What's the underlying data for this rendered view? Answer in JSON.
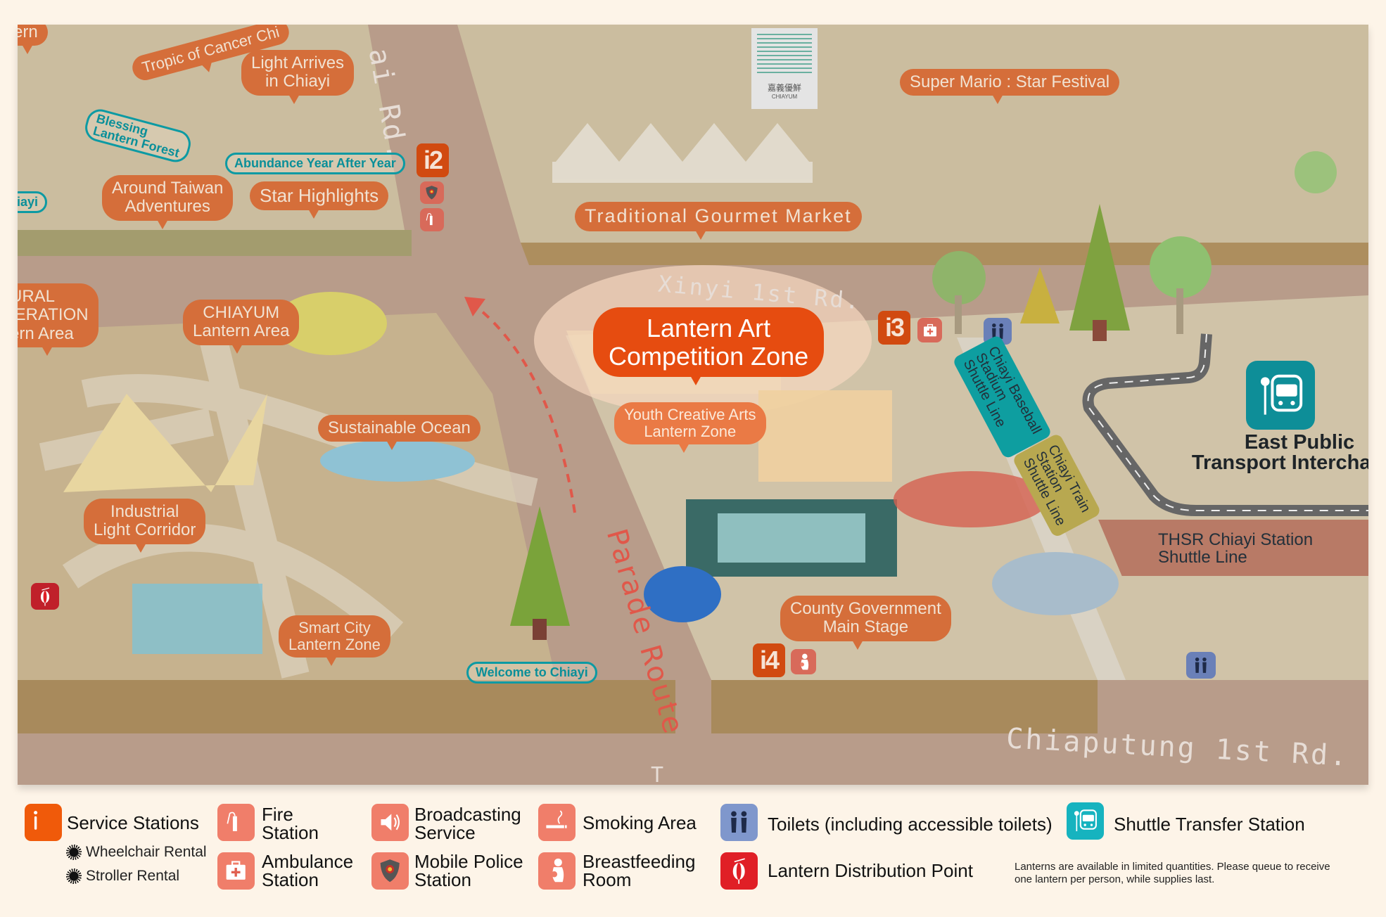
{
  "colors": {
    "background": "#fdf4e8",
    "road": "#b89c8a",
    "block": "#cbbd9f",
    "bubble": "#d56e3a",
    "highlight_bubble": "#e64c10",
    "teal": "#0c9aa3",
    "service": "#f05a0a",
    "facility": "#f07e6a",
    "toilet": "#7f97cc",
    "shuttle": "#16b3bf",
    "lantern": "#e01f26"
  },
  "map": {
    "roads": {
      "ai_rd": "ai Rd.",
      "xinyi": "Xinyi 1st Rd.",
      "parade": "Parade Route",
      "chiaputung": "Chiaputung 1st Rd.",
      "fragment_t": "T"
    },
    "zones": {
      "ern": "ern",
      "tropic": "Tropic of Cancer Chi",
      "light_arrives": [
        "Light Arrives",
        "in Chiayi"
      ],
      "blessing": [
        "Blessing",
        "Lantern Forest"
      ],
      "abundance": "Abundance Year After Year",
      "around_taiwan": [
        "Around Taiwan",
        "Adventures"
      ],
      "star_highlights": "Star Highlights",
      "iayi": "iayi",
      "super_mario": "Super Mario : Star Festival",
      "gourmet": "Traditional Gourmet Market",
      "lantern_art": [
        "Lantern Art",
        "Competition Zone"
      ],
      "youth": [
        "Youth Creative Arts",
        "Lantern Zone"
      ],
      "rural": [
        "URAL",
        "IERATION",
        "ern  Area"
      ],
      "chiayum": [
        "CHIAYUM",
        "Lantern Area"
      ],
      "sustainable": "Sustainable Ocean",
      "industrial": [
        "Industrial",
        "Light Corridor"
      ],
      "smart_city": [
        "Smart City",
        "Lantern Zone"
      ],
      "welcome": "Welcome to Chiayi",
      "county": [
        "County Government",
        "Main Stage"
      ]
    },
    "market_sign": {
      "chinese": "嘉義優鮮",
      "english": "CHIAYUM"
    },
    "badges": {
      "i2": "i2",
      "i3": "i3",
      "i4": "i4"
    },
    "shuttle": {
      "baseball": [
        "Chiayi Baseball",
        "Stadium",
        "Shuttle Line"
      ],
      "train": [
        "Chiayi Train",
        "Station",
        "Shuttle Line"
      ],
      "thsr": [
        "THSR Chiayi Station",
        "Shuttle Line"
      ],
      "interchange": [
        "East Public",
        "Transport Interchange"
      ]
    }
  },
  "legend": {
    "service": "Service Stations",
    "wheelchair": "Wheelchair Rental",
    "stroller": "Stroller Rental",
    "fire": [
      "Fire",
      "Station"
    ],
    "ambulance": [
      "Ambulance",
      "Station"
    ],
    "broadcasting": [
      "Broadcasting",
      "Service"
    ],
    "police": [
      "Mobile Police",
      "Station"
    ],
    "smoking": "Smoking Area",
    "breastfeeding": [
      "Breastfeeding",
      "Room"
    ],
    "toilets": "Toilets (including accessible toilets)",
    "lantern": "Lantern Distribution Point",
    "shuttle": "Shuttle Transfer Station",
    "note": [
      "Lanterns are available in limited quantities. Please queue to receive",
      "one lantern per person, while supplies last."
    ]
  }
}
